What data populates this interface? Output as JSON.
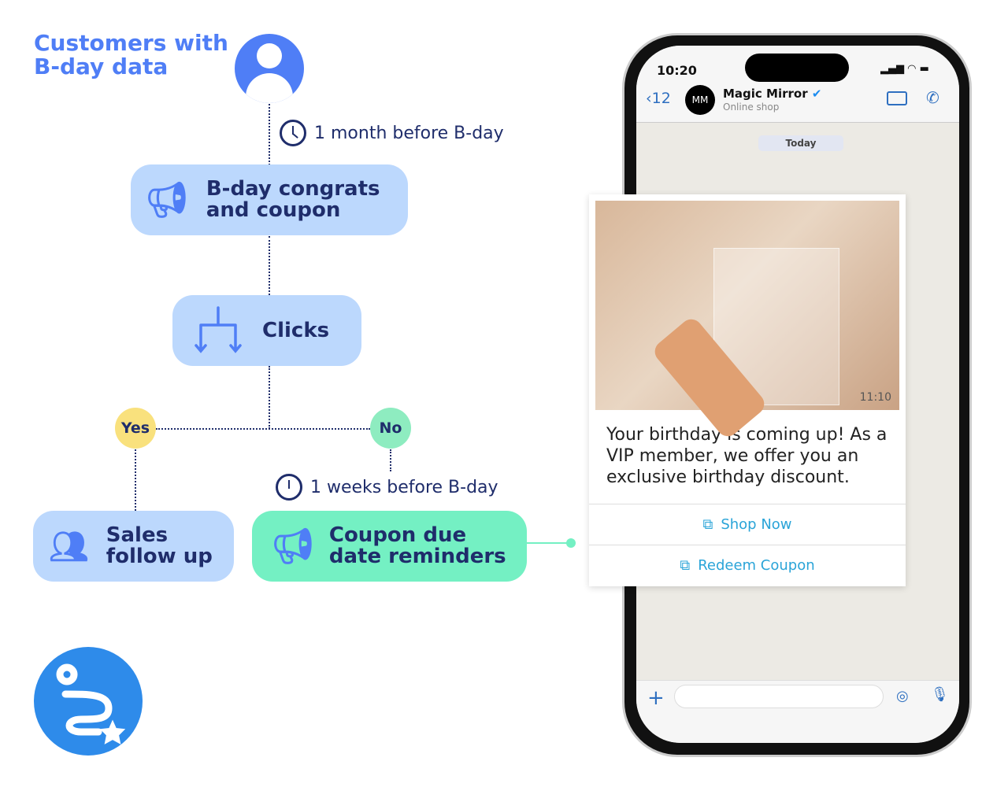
{
  "flow": {
    "title_line1": "Customers with",
    "title_line2": "B-day data",
    "timer1": "1 month before B-day",
    "step1_line1": "B-day congrats",
    "step1_line2": "and coupon",
    "step2": "Clicks",
    "yes": "Yes",
    "no": "No",
    "timer2": "1 weeks before B-day",
    "sales_line1": "Sales",
    "sales_line2": "follow up",
    "coupon_line1": "Coupon due",
    "coupon_line2": "date reminders"
  },
  "phone": {
    "time": "10:20",
    "back_count": "12",
    "avatar_text": "MM",
    "contact_name": "Magic Mirror",
    "contact_status": "Online shop",
    "date_chip": "Today",
    "image_time": "11:10",
    "message": "Your birthday is coming up! As a VIP member, we offer you an exclusive birthday discount.",
    "buttons": [
      "Shop Now",
      "Redeem Coupon"
    ]
  },
  "colors": {
    "accent": "#4f7ef6",
    "navy": "#1f2d6b",
    "box": "#bcd8fd",
    "green": "#74f0c3",
    "yes": "#f9e17d",
    "link": "#2aa4d8"
  }
}
